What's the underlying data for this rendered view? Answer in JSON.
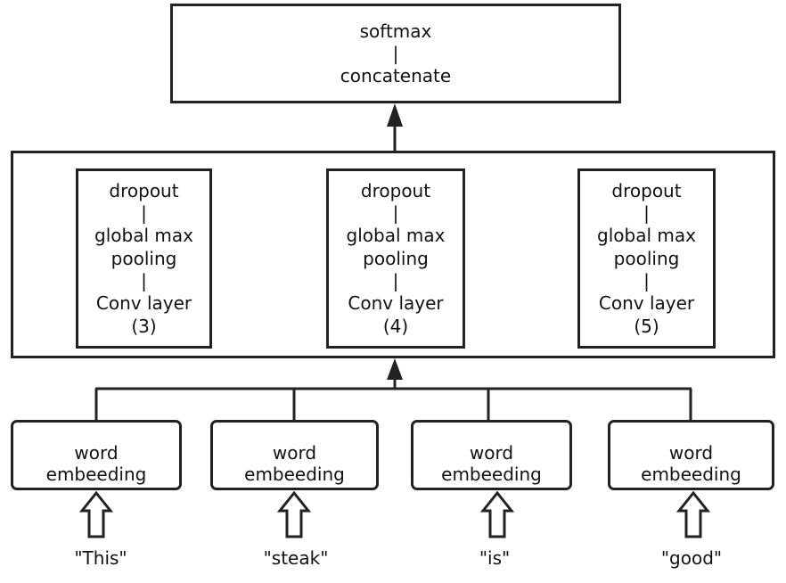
{
  "top_block": {
    "line1": "softmax",
    "sep": "|",
    "line2": "concatenate"
  },
  "conv_blocks": [
    {
      "dropout": "dropout",
      "sep1": "|",
      "pool1": "global max",
      "pool2": "pooling",
      "sep2": "|",
      "conv": "Conv layer",
      "size": "(3)"
    },
    {
      "dropout": "dropout",
      "sep1": "|",
      "pool1": "global max",
      "pool2": "pooling",
      "sep2": "|",
      "conv": "Conv layer",
      "size": "(4)"
    },
    {
      "dropout": "dropout",
      "sep1": "|",
      "pool1": "global max",
      "pool2": "pooling",
      "sep2": "|",
      "conv": "Conv layer",
      "size": "(5)"
    }
  ],
  "embedding_blocks": [
    {
      "line1": "word",
      "line2": "embeeding",
      "token": "\"This\""
    },
    {
      "line1": "word",
      "line2": "embeeding",
      "token": "\"steak\""
    },
    {
      "line1": "word",
      "line2": "embeeding",
      "token": "\"is\""
    },
    {
      "line1": "word",
      "line2": "embeeding",
      "token": "\"good\""
    }
  ]
}
